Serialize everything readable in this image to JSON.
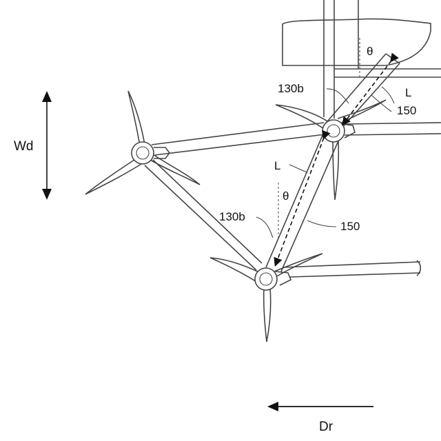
{
  "labels": {
    "wd": "Wd",
    "dr": "Dr",
    "l_top": "L",
    "l_mid": "L",
    "ref_150_top": "150",
    "ref_150_mid": "150",
    "ref_130b_top": "130b",
    "ref_130b_mid": "130b",
    "theta_top": "θ",
    "theta_mid": "θ"
  },
  "colors": {
    "line": "#444444",
    "text": "#111111",
    "background": "#ffffff"
  }
}
